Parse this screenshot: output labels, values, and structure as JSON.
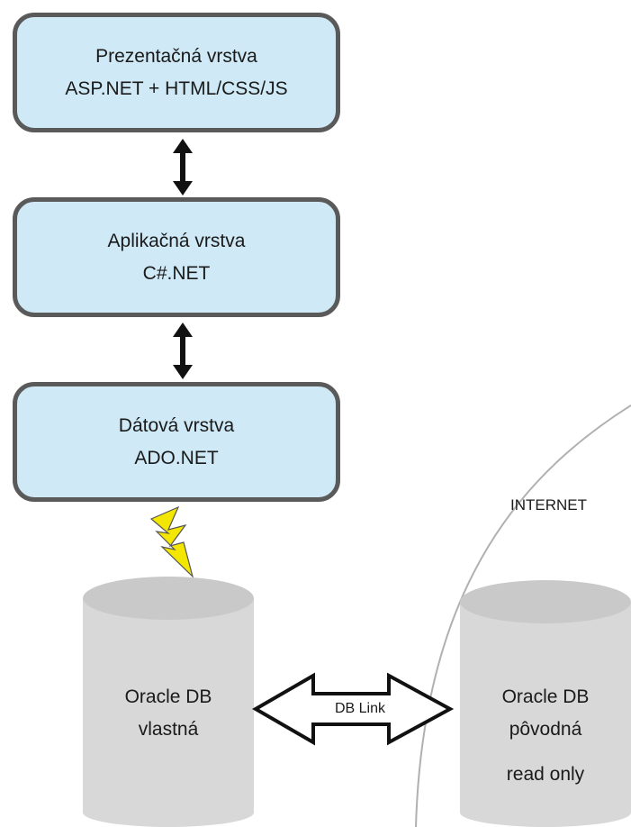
{
  "layers": [
    {
      "line1": "Prezentačná vrstva",
      "line2": "ASP.NET + HTML/CSS/JS"
    },
    {
      "line1": "Aplikačná vrstva",
      "line2": "C#.NET"
    },
    {
      "line1": "Dátová vrstva",
      "line2": "ADO.NET"
    }
  ],
  "databases": [
    {
      "line1": "Oracle DB",
      "line2": "vlastná",
      "line3": ""
    },
    {
      "line1": "Oracle DB",
      "line2": "pôvodná",
      "line3": "read only"
    }
  ],
  "link_label": "DB Link",
  "internet_label": "INTERNET",
  "colors": {
    "box_fill": "#cfe9f6",
    "box_border": "#5a5a5a",
    "cylinder_fill": "#d8d8d8",
    "cylinder_top": "#c9c9c9",
    "lightning": "#f3e600"
  }
}
